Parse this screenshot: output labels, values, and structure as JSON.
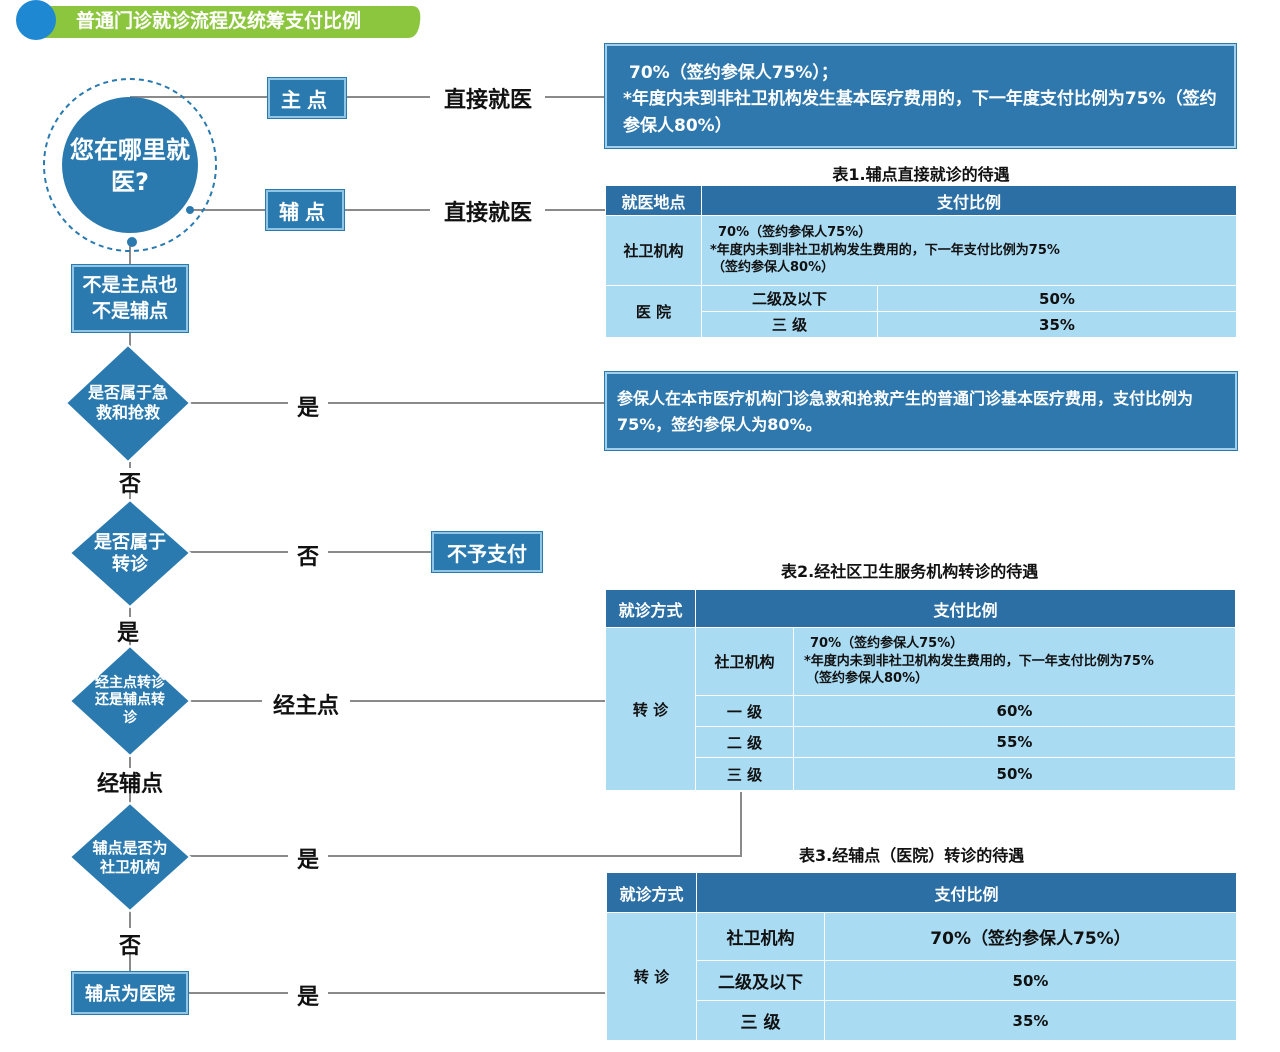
{
  "header": {
    "title": "普通门诊就诊流程及统筹支付比例"
  },
  "flow": {
    "start": "您在哪里就医?",
    "main_point": "主点",
    "aux_point": "辅点",
    "direct": "直接就医",
    "neither": "不是主点也不是辅点",
    "q_emergency": "是否属于急救和抢救",
    "q_referral": "是否属于转诊",
    "q_route": "经主点转诊还是辅点转诊",
    "q_aux_clinic": "辅点是否为社卫机构",
    "aux_hospital": "辅点为医院",
    "yes": "是",
    "no": "否",
    "via_main": "经主点",
    "via_aux": "经辅点",
    "no_pay": "不予支付"
  },
  "boxes": {
    "main_line1": "70%（签约参保人75%）；",
    "main_line2": "*年度内未到非社卫机构发生基本医疗费用的，下一年度支付比例为75%（签约参保人80%）",
    "emergency": "参保人在本市医疗机构门诊急救和抢救产生的普通门诊基本医疗费用，支付比例为75%，签约参保人为80%。"
  },
  "table1": {
    "caption": "表1.辅点直接就诊的待遇",
    "h1": "就医地点",
    "h2": "支付比例",
    "clinic": "社卫机构",
    "clinic_l1": "70%（签约参保人75%）",
    "clinic_l2": "*年度内未到非社卫机构发生费用的，下一年支付比例为75%",
    "clinic_l3": "（签约参保人80%）",
    "hospital": "医  院",
    "r1": "二级及以下",
    "v1": "50%",
    "r2": "三  级",
    "v2": "35%"
  },
  "table2": {
    "caption": "表2.经社区卫生服务机构转诊的待遇",
    "h1": "就诊方式",
    "h2": "支付比例",
    "mode": "转  诊",
    "clinic": "社卫机构",
    "clinic_l1": "70%（签约参保人75%）",
    "clinic_l2": "*年度内未到非社卫机构发生费用的，下一年支付比例为75%",
    "clinic_l3": "（签约参保人80%）",
    "r1": "一  级",
    "v1": "60%",
    "r2": "二  级",
    "v2": "55%",
    "r3": "三  级",
    "v3": "50%"
  },
  "table3": {
    "caption": "表3.经辅点（医院）转诊的待遇",
    "h1": "就诊方式",
    "h2": "支付比例",
    "mode": "转  诊",
    "r1": "社卫机构",
    "v1": "70%（签约参保人75%）",
    "r2": "二级及以下",
    "v2": "50%",
    "r3": "三  级",
    "v3": "35%"
  },
  "colors": {
    "accent": "#2a7ab0",
    "light": "#a9dbf3",
    "header_green": "#8cc63f"
  }
}
